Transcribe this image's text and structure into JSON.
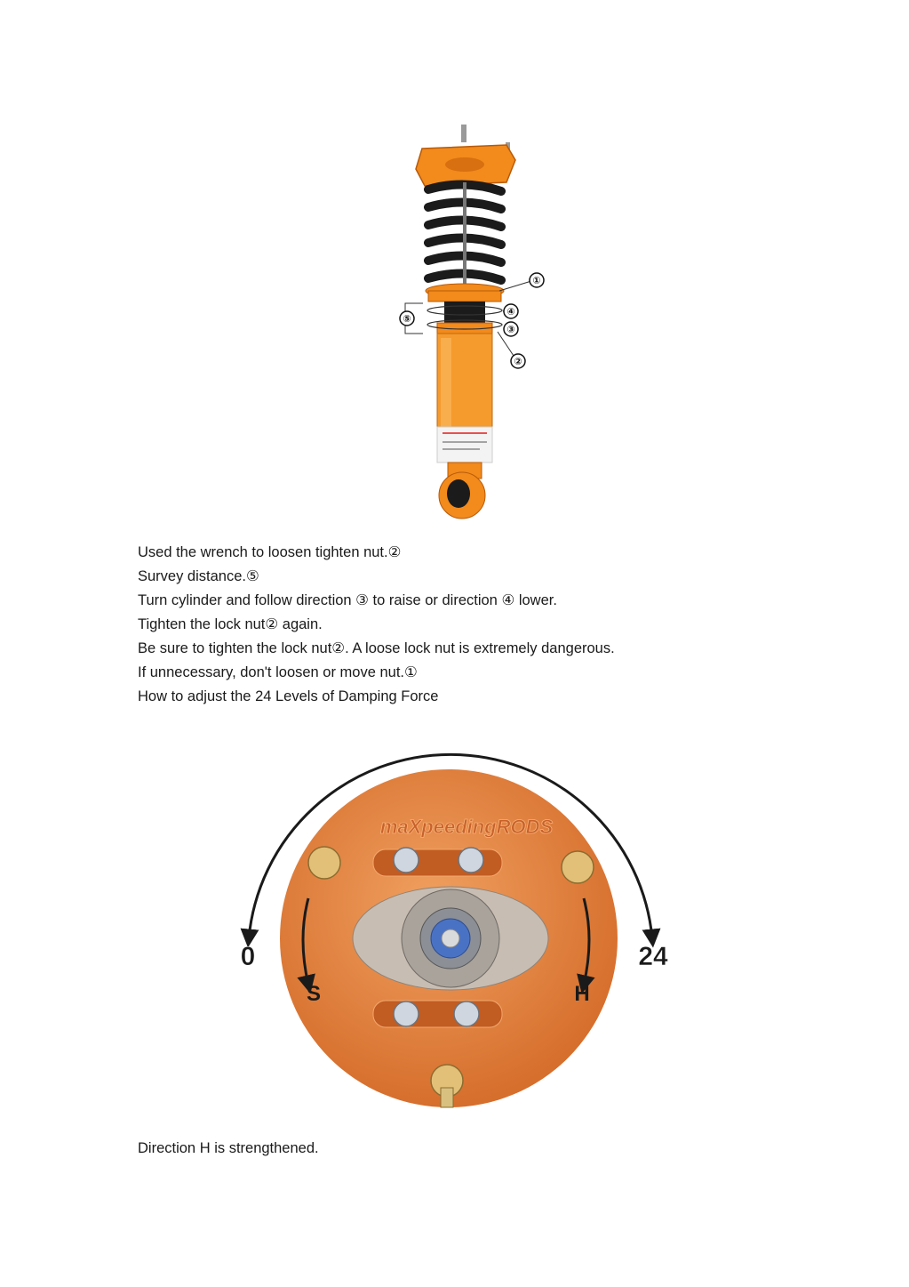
{
  "figure1": {
    "callouts": [
      "①",
      "④",
      "③",
      "②",
      "⑤"
    ]
  },
  "instructions": [
    "Used the wrench to loosen tighten nut.②",
    "Survey distance.⑤",
    "Turn cylinder and follow direction ③ to raise or direction ④ lower.",
    "Tighten the lock nut② again.",
    "Be sure to tighten the lock nut②. A loose lock nut is extremely dangerous.",
    "If unnecessary, don't loosen or move nut.①",
    "How to adjust the 24 Levels of Damping Force"
  ],
  "figure2": {
    "min_label": "0",
    "max_label": "24",
    "soft_label": "S",
    "hard_label": "H",
    "brand_logo": "maXpeedingRODS"
  },
  "caption": "Direction H is strengthened.",
  "colors": {
    "orange": "#f28a1c",
    "plate": "#e07a36",
    "spring": "#1b1b1b"
  }
}
